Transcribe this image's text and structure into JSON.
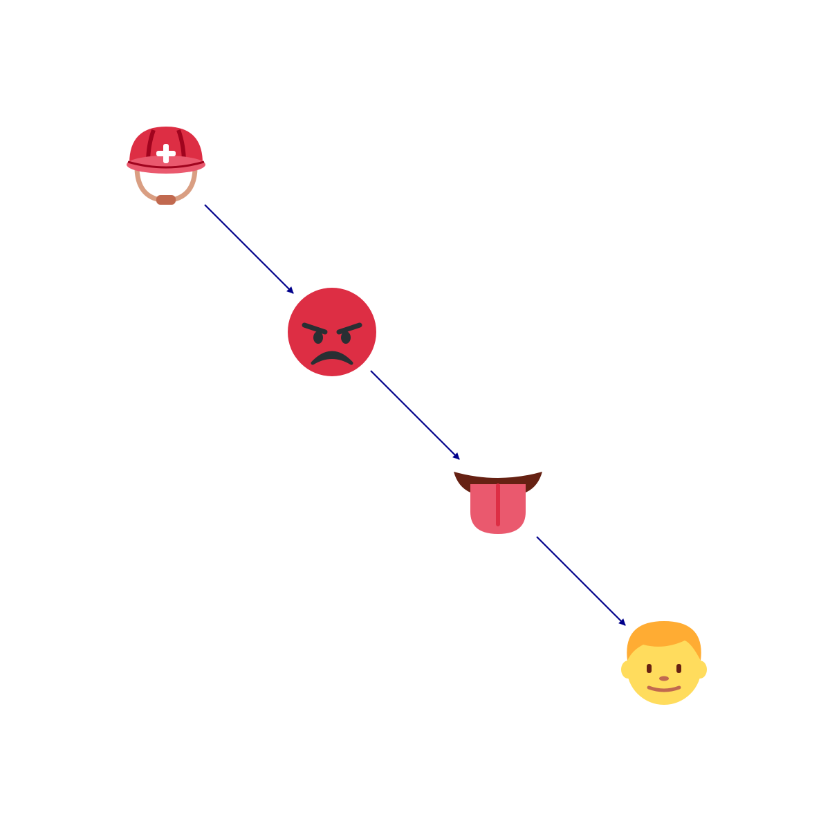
{
  "diagram": {
    "type": "flow",
    "colors": {
      "background": "#ffffff",
      "edge": "#00008b",
      "red": "#dd2e44",
      "pink": "#ea596e",
      "dark_red": "#a0041e",
      "skin_tan": "#d99e82",
      "strap_brown": "#c1694f",
      "dark": "#292f33",
      "lip_brown": "#662113",
      "face_yellow": "#ffdc5d",
      "hair_orange": "#ffac33",
      "feature_brown": "#662113",
      "mouth_brown": "#c1694f",
      "white": "#ffffff"
    },
    "nodes": [
      {
        "id": "n1",
        "icon": "rescue-worker-helmet-icon"
      },
      {
        "id": "n2",
        "icon": "pouting-face-icon"
      },
      {
        "id": "n3",
        "icon": "tongue-icon"
      },
      {
        "id": "n4",
        "icon": "boy-face-icon"
      }
    ],
    "edges": [
      {
        "from": "n1",
        "to": "n2"
      },
      {
        "from": "n2",
        "to": "n3"
      },
      {
        "from": "n3",
        "to": "n4"
      }
    ]
  }
}
